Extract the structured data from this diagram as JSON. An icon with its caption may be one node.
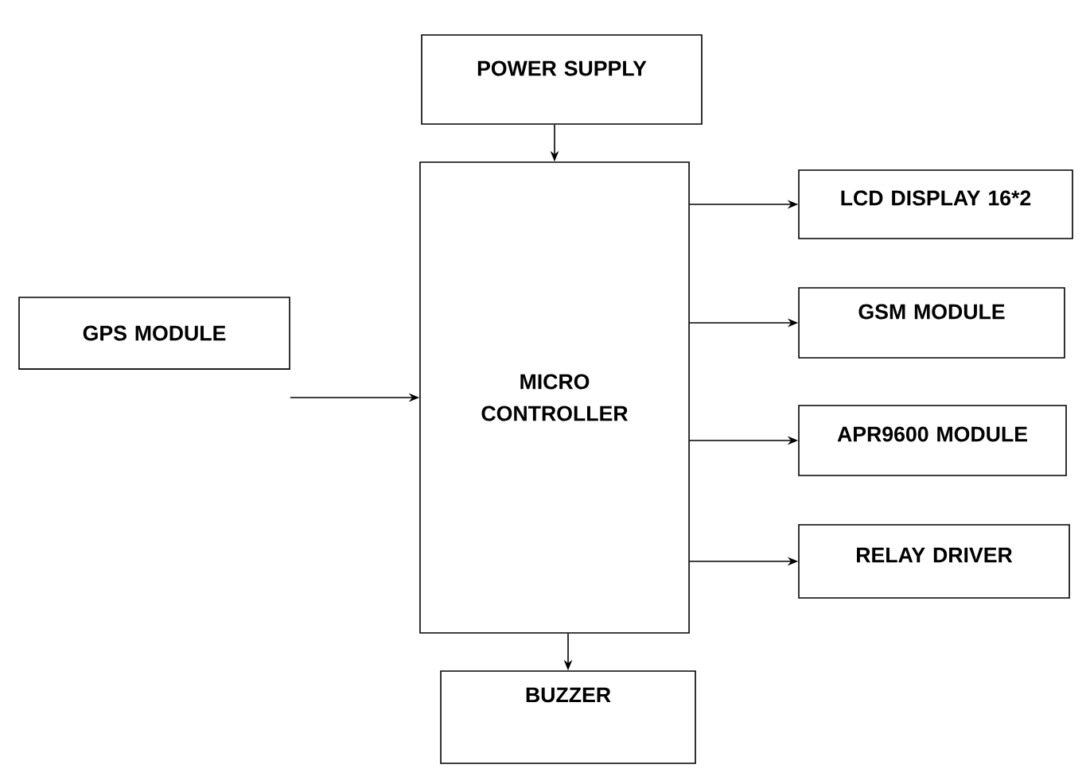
{
  "diagram": {
    "nodes": [
      {
        "text": [
          "POWER SUPPLY"
        ]
      },
      {
        "text": [
          "MICRO CONTROLLER"
        ]
      },
      {
        "text": [
          "GPS MODULE"
        ]
      },
      {
        "text": [
          "LCD DISPLAY 16*2"
        ]
      },
      {
        "text": [
          "GSM MODULE"
        ]
      },
      {
        "text": [
          "APR9600 MODULE"
        ]
      },
      {
        "text": [
          "RELAY DRIVER"
        ]
      },
      {
        "text": [
          "BUZZER"
        ]
      }
    ],
    "edges": [
      {
        "from": 0,
        "to": 1,
        "arrow": "to"
      },
      {
        "from": 2,
        "to": 1,
        "arrow": "to"
      },
      {
        "from": 1,
        "to": 3,
        "arrow": "to"
      },
      {
        "from": 1,
        "to": 4,
        "arrow": "to"
      },
      {
        "from": 1,
        "to": 5,
        "arrow": "to"
      },
      {
        "from": 1,
        "to": 6,
        "arrow": "to"
      },
      {
        "from": 1,
        "to": 7,
        "arrow": "to"
      }
    ]
  }
}
